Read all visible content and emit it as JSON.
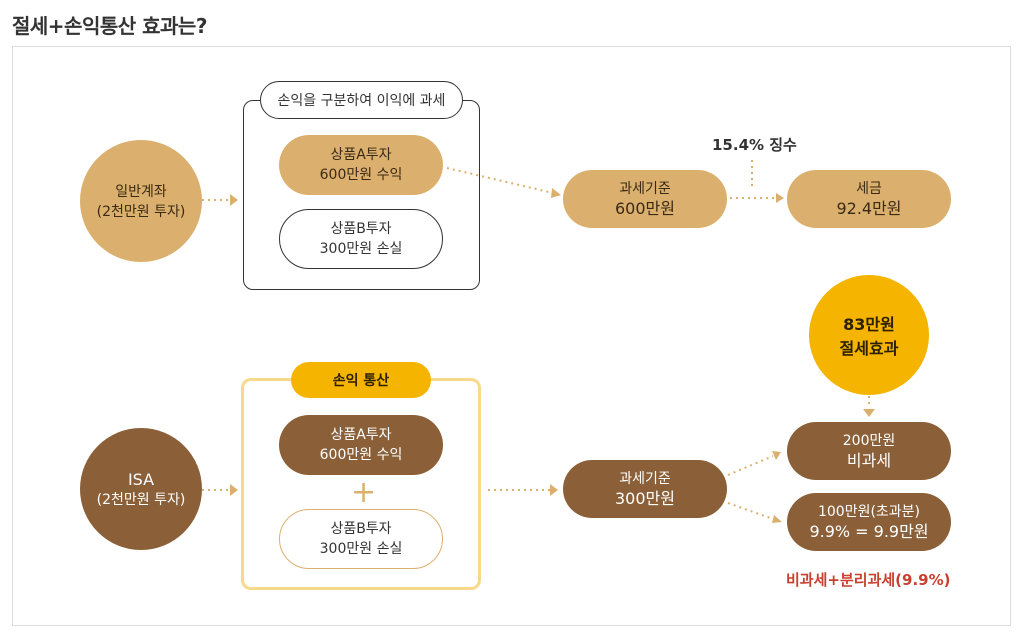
{
  "title": "절세+손익통산 효과는?",
  "general": {
    "account": {
      "line1": "일반계좌",
      "line2": "(2천만원 투자)"
    },
    "box_label": "손익을 구분하여 이익에 과세",
    "productA": {
      "line1": "상품A투자",
      "line2": "600만원 수익"
    },
    "productB": {
      "line1": "상품B투자",
      "line2": "300만원 손실"
    },
    "tax_base": {
      "line1": "과세기준",
      "line2": "600만원"
    },
    "levy_label": "15.4% 징수",
    "tax": {
      "line1": "세금",
      "line2": "92.4만원"
    }
  },
  "isa": {
    "account": {
      "line1": "ISA",
      "line2": "(2천만원 투자)"
    },
    "box_label": "손익 통산",
    "productA": {
      "line1": "상품A투자",
      "line2": "600만원 수익"
    },
    "plus": "+",
    "productB": {
      "line1": "상품B투자",
      "line2": "300만원 손실"
    },
    "tax_base": {
      "line1": "과세기준",
      "line2": "300만원"
    },
    "saving": {
      "line1": "83만원",
      "line2": "절세효과"
    },
    "non_taxable": {
      "line1": "200만원",
      "line2": "비과세"
    },
    "separate": {
      "line1": "100만원(초과분)",
      "line2": "9.9% = 9.9만원"
    },
    "summary": "비과세+분리과세(9.9%)"
  },
  "colors": {
    "tan": "#dbb06e",
    "brown": "#8b6038",
    "gold": "#f5b400",
    "red": "#c9402f",
    "box_gold": "#f8d98a"
  }
}
